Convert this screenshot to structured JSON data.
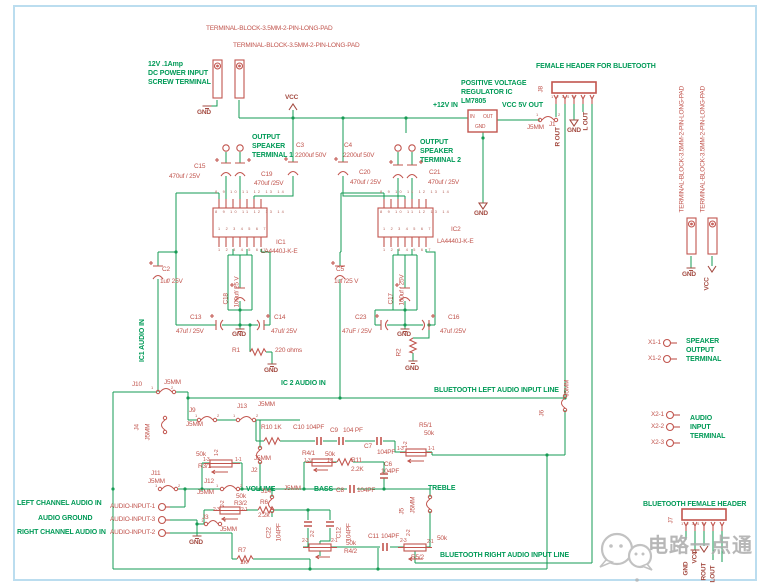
{
  "colors": {
    "wire": "#169B54",
    "component": "#C1554E",
    "supply": "#A34A40",
    "annotation": "#009A57",
    "frame": "#BBDDEF",
    "watermark": "#ABABAB"
  },
  "labels": {
    "tb_pad": "TERMINAL-BLOCK-3.5MM-2-PIN-LONG-PAD",
    "power_input_1": "12V .1Amp",
    "power_input_2": "DC POWER INPUT",
    "power_input_3": "SCREW TERMINAL",
    "spk1_1": "OUTPUT",
    "spk1_2": "SPEAKER",
    "spk1_3": "TERMINAL 1",
    "spk2_1": "OUTPUT",
    "spk2_2": "SPEAKER",
    "spk2_3": "TERMINAL 2",
    "reg_1": "POSITIVE VOLTAGE",
    "reg_2": "REGULATOR IC",
    "reg_3": "LM7805",
    "v12in": "+12V IN",
    "vcc5": "VCC 5V OUT",
    "fem_hdr": "FEMALE HEADER FOR BLUETOOTH",
    "ic1_audio": "IC1 AUDIO IN",
    "ic2_audio": "IC 2 AUDIO IN",
    "bt_left": "BLUETOOTH LEFT AUDIO INPUT LINE",
    "bt_right": "BLUETOOTH RIGHT AUDIO INPUT LINE",
    "volume": "VOLUME",
    "bass": "BASS",
    "treble": "TREBLE",
    "left_ch": "LEFT  CHANNEL  AUDIO IN",
    "audio_gnd": "AUDIO GROUND",
    "right_ch": "RIGHT CHANNEL AUDIO IN",
    "spk_out_1": "SPEAKER",
    "spk_out_2": "OUTPUT",
    "spk_out_3": "TERMINAL",
    "aud_in_1": "AUDIO",
    "aud_in_2": "INPUT",
    "aud_in_3": "TERMINAL",
    "bt_fem_hdr": "BLUETOOTH FEMALE HEADER"
  },
  "supply": {
    "gnd": "GND",
    "vcc": "VCC",
    "rout_sp": "R OUT",
    "lout_sp": "L OUT",
    "rout": "ROUT",
    "lout": "LOUT"
  },
  "reg": {
    "in": "IN",
    "out": "OUT",
    "gnd": "GND"
  },
  "parts": {
    "c15": "C15",
    "c15v": "470uf / 25V",
    "c19": "C19",
    "c19v": "470uf /25V",
    "c3": "C3",
    "c3v": "2200uf 50V",
    "c4": "C4",
    "c4v": "2200uf 50V",
    "c20": "C20",
    "c20v": "470uf / 25V",
    "c21": "C21",
    "c21v": "470uf / 25V",
    "c2": "C2",
    "c2v": "1uf/ 25V",
    "c5": "C5",
    "c5v": "1uf /25 V",
    "c18": "C18",
    "c18v": "100uf/ 25 V",
    "c17": "C17",
    "c17v": "100uf / 25V",
    "c13": "C13",
    "c13v": "47uf / 25V",
    "c14": "C14",
    "c14v": "47uf/ 25V",
    "c23": "C23",
    "c23v": "47uF / 25V",
    "c16": "C16",
    "c16v": "47uf /25V",
    "r1": "R1",
    "r1v": "220 ohms",
    "r2": "R2",
    "r10": "R10 1K",
    "c10": "C10",
    "c10v": "104PF",
    "c9": "C9",
    "c9v": "104 PF",
    "c7": "C7",
    "c7v": "104PF",
    "c6": "C6",
    "c6v": "104PF",
    "c8": "C8",
    "c8v": "104PF",
    "c22": "C22",
    "c22v": "104PF",
    "c12": "C12",
    "c12v": "104PF",
    "c11": "C11",
    "c11v": "104PF",
    "r11": "R11",
    "r11v": "2.2K",
    "r6": "R6",
    "r6v": "2.2k",
    "r7": "R7",
    "r7v": "1K"
  },
  "ics": {
    "ic1": "IC1",
    "ic2": "IC2",
    "part": "LA4440J-K-E",
    "pins_top": "8 9 10 11 12 13 14",
    "pins_bottom": "1 2 3 4 5 6 7"
  },
  "jumpers": {
    "type": "J5MM",
    "j1": "J1",
    "j2": "J2",
    "j3": "J3",
    "j4": "J4",
    "j5": "J5",
    "j6": "J6",
    "j9": "J9",
    "j10": "J10",
    "j11": "J11",
    "j12": "J12",
    "j13": "J13",
    "j14": "J14",
    "p1": "1",
    "p2": "2"
  },
  "headers": {
    "j8": "J8",
    "j7": "J7",
    "digits": "1 2 3 4 5"
  },
  "pots": {
    "r31": "R3/1",
    "r41": "R4/1",
    "r51": "R5/1",
    "r32": "R3/2",
    "r42": "R4/2",
    "r52": "R5/2",
    "v50k": "50k",
    "p13": "1-3",
    "p12": "1-2",
    "p11": "1-1",
    "p23": "2-3",
    "p22": "2-2",
    "p21": "2-1"
  },
  "pads": {
    "x11": "X1-1",
    "x12": "X1-2",
    "x21": "X2-1",
    "x22": "X2-2",
    "x23": "X2-3",
    "ain1": "AUDIO-INPUT-1",
    "ain3": "AUDIO-INPUT-3",
    "ain2": "AUDIO-INPUT-2"
  },
  "watermark": "电路一点通"
}
